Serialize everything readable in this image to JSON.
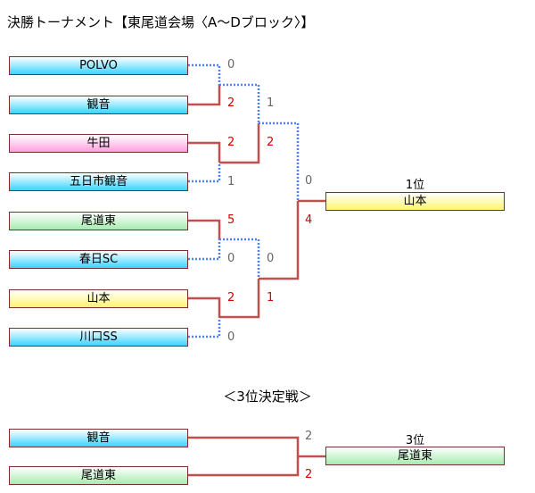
{
  "title": "決勝トーナメント【東尾道会場〈A～Dブロック〉】",
  "colors": {
    "win_line": "#c0504d",
    "lose_line": "#4f81f5",
    "win_score": "#d40000",
    "lose_score": "#666666"
  },
  "bracket": {
    "teams": [
      {
        "name": "POLVO",
        "style": "cyan"
      },
      {
        "name": "観音",
        "style": "cyan"
      },
      {
        "name": "牛田",
        "style": "pink"
      },
      {
        "name": "五日市観音",
        "style": "cyan"
      },
      {
        "name": "尾道東",
        "style": "green"
      },
      {
        "name": "春日SC",
        "style": "cyan"
      },
      {
        "name": "山本",
        "style": "yellow"
      },
      {
        "name": "川口SS",
        "style": "cyan"
      }
    ],
    "round1_scores": [
      "0",
      "2",
      "2",
      "1",
      "5",
      "0",
      "2",
      "0"
    ],
    "round2_scores": [
      "1",
      "2",
      "0",
      "1"
    ],
    "final_scores": [
      "0",
      "4"
    ],
    "champion_label": "1位",
    "champion": "山本"
  },
  "third_place": {
    "title": "＜3位決定戦＞",
    "teams": [
      {
        "name": "観音",
        "style": "cyan"
      },
      {
        "name": "尾道東",
        "style": "green"
      }
    ],
    "scores": [
      "2",
      "2"
    ],
    "winner_label": "3位",
    "winner": "尾道東"
  }
}
